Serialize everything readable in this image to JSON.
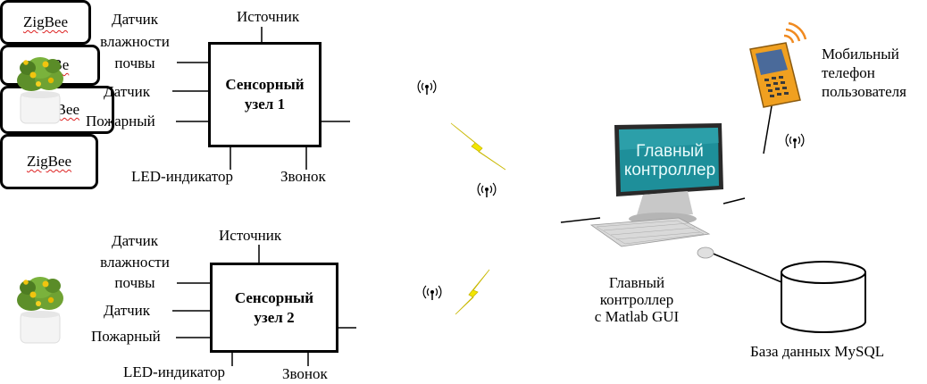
{
  "node1": {
    "title_line1": "Сенсорный",
    "title_line2": "узел 1",
    "label_moisture_1": "Датчик",
    "label_moisture_2": "влажности",
    "label_moisture_3": "почвы",
    "label_sensor": "Датчик",
    "label_fire": "Пожарный",
    "label_source": "Источник",
    "label_led": "LED-индикатор",
    "label_bell": "Звонок",
    "zigbee_label": "ZigBee"
  },
  "node2": {
    "title_line1": "Сенсорный",
    "title_line2": "узел 2",
    "label_moisture_1": "Датчик",
    "label_moisture_2": "влажности",
    "label_moisture_3": "почвы",
    "label_sensor": "Датчик",
    "label_fire": "Пожарный",
    "label_source": "Источник",
    "label_led": "LED-индикатор",
    "label_bell": "Звонок",
    "zigbee_label": "ZigBe"
  },
  "center_zigbee": "ZigBee",
  "controller": {
    "screen_line1": "Главный",
    "screen_line2": "контроллер",
    "caption_line1": "Главный",
    "caption_line2": "контроллер",
    "caption_line3": "с Matlab GUI"
  },
  "phone": {
    "caption_line1": "Мобильный",
    "caption_line2": "телефон",
    "caption_line3": "пользователя",
    "zigbee_label": "ZigBee"
  },
  "database": {
    "caption": "База данных MySQL"
  },
  "colors": {
    "lightning": "#f2e600",
    "screen": "#1e8f9a",
    "phone_body": "#f0a020",
    "signal_arc": "#f08a20"
  }
}
